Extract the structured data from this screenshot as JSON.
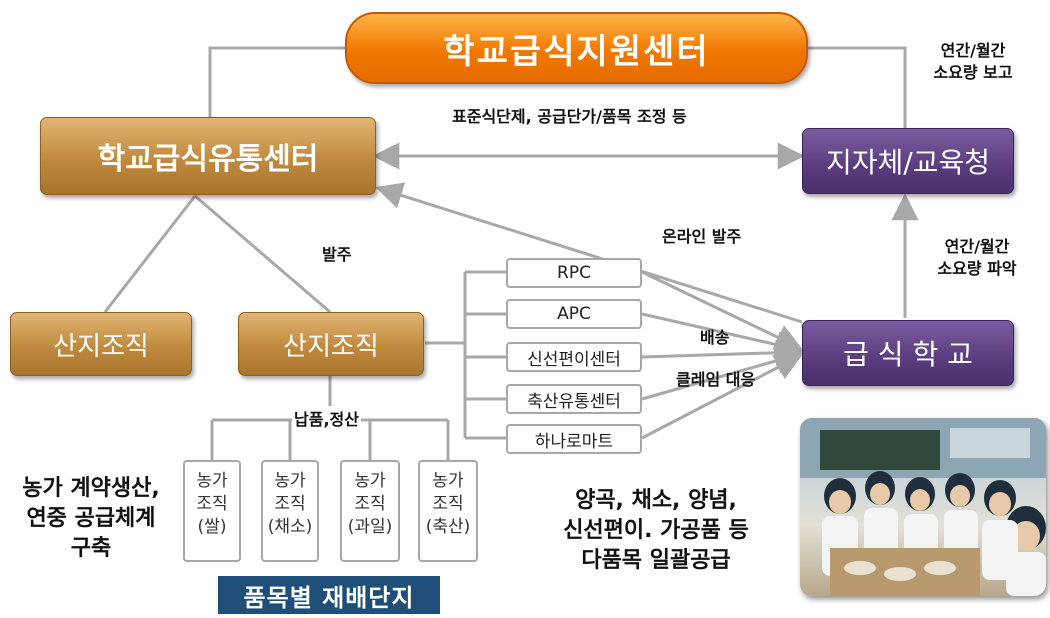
{
  "center": {
    "label": "학교급식지원센터"
  },
  "distribution_center": {
    "label": "학교급식유통센터"
  },
  "local_gov": {
    "label": "지자체/교육청"
  },
  "school": {
    "label": "급 식 학 교"
  },
  "producer_left": {
    "label": "산지조직"
  },
  "producer_main": {
    "label": "산지조직"
  },
  "outlets": [
    {
      "label": "RPC"
    },
    {
      "label": "APC"
    },
    {
      "label": "신선편이센터"
    },
    {
      "label": "축산유통센터"
    },
    {
      "label": "하나로마트"
    }
  ],
  "farms": [
    {
      "line1": "농가",
      "line2": "조직",
      "line3": "(쌀)"
    },
    {
      "line1": "농가",
      "line2": "조직",
      "line3": "(채소)"
    },
    {
      "line1": "농가",
      "line2": "조직",
      "line3": "(과일)"
    },
    {
      "line1": "농가",
      "line2": "조직",
      "line3": "(축산)"
    }
  ],
  "labels": {
    "standard": "표준식단제, 공급단가/품목 조정 등",
    "report_line1": "연간/월간",
    "report_line2": "소요량 보고",
    "grasp_line1": "연간/월간",
    "grasp_line2": "소요량 파악",
    "order": "발주",
    "online_order": "온라인 발주",
    "delivery": "배송",
    "claim": "클레임 대응",
    "delivery_settlement": "납품,정산"
  },
  "contract": {
    "line1": "농가 계약생산,",
    "line2": "연중 공급체계",
    "line3": "구축"
  },
  "products": {
    "line1": "양곡, 채소, 양념,",
    "line2": "신선편이. 가공품 등",
    "line3": "다품목 일괄공급"
  },
  "banner": {
    "label": "품목별 재배단지"
  },
  "colors": {
    "orange": "#f07800",
    "gold": "#c08a3e",
    "purple": "#5a3c7e",
    "banner": "#1f4f78",
    "line": "#a8a8a8"
  }
}
